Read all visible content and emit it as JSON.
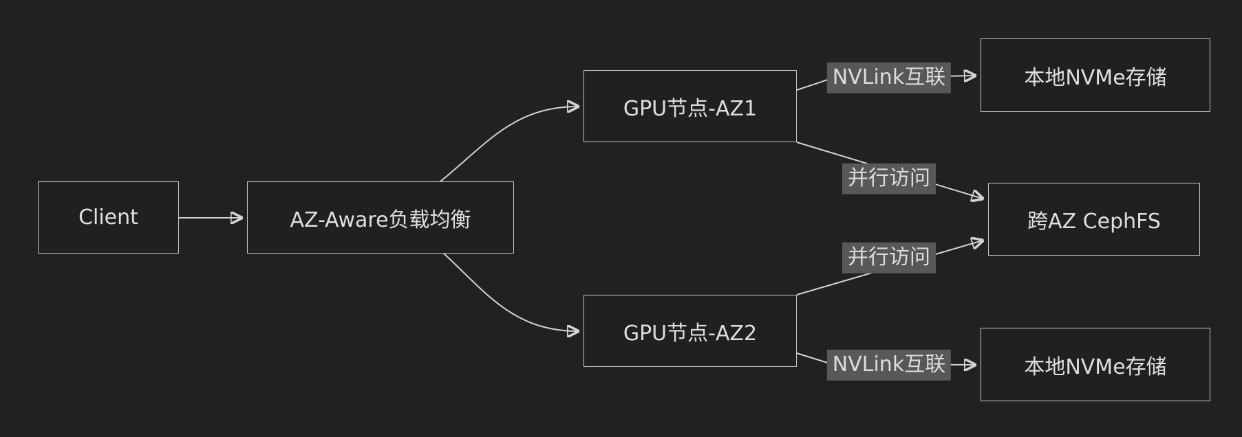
{
  "diagram": {
    "type": "flowchart",
    "direction": "left-to-right",
    "nodes": [
      {
        "id": "client",
        "label": "Client"
      },
      {
        "id": "lb",
        "label": "AZ-Aware负载均衡"
      },
      {
        "id": "gpu_az1",
        "label": "GPU节点-AZ1"
      },
      {
        "id": "gpu_az2",
        "label": "GPU节点-AZ2"
      },
      {
        "id": "nvme_az1",
        "label": "本地NVMe存储"
      },
      {
        "id": "cephfs",
        "label": "跨AZ CephFS"
      },
      {
        "id": "nvme_az2",
        "label": "本地NVMe存储"
      }
    ],
    "edges": [
      {
        "from": "client",
        "to": "lb",
        "label": ""
      },
      {
        "from": "lb",
        "to": "gpu_az1",
        "label": ""
      },
      {
        "from": "lb",
        "to": "gpu_az2",
        "label": ""
      },
      {
        "from": "gpu_az1",
        "to": "nvme_az1",
        "label": "NVLink互联"
      },
      {
        "from": "gpu_az1",
        "to": "cephfs",
        "label": "并行访问"
      },
      {
        "from": "gpu_az2",
        "to": "cephfs",
        "label": "并行访问"
      },
      {
        "from": "gpu_az2",
        "to": "nvme_az2",
        "label": "NVLink互联"
      }
    ],
    "colors": {
      "background": "#212121",
      "node_fill": "#1f2020",
      "node_border": "#c9c9c9",
      "node_text": "#e0dfdf",
      "edge_line": "#d3d3d3",
      "edge_label_bg": "#58585b",
      "edge_label_text": "#dcdcdc"
    }
  }
}
